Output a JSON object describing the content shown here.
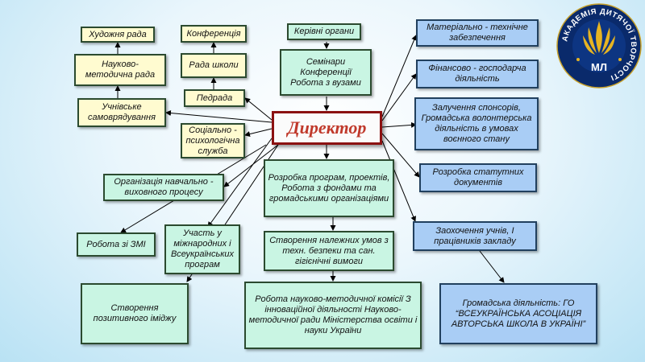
{
  "director": "Директор",
  "logo": {
    "ring_text": "АКАДЕМІЯ ДИТЯЧОЇ ТВОРЧОСТІ",
    "initials": "МЛ"
  },
  "left": {
    "art_council": "Художня рада",
    "sci_method_council": "Науково-методична рада",
    "student_self_gov": "Учнівське самоврядування",
    "conferences": "Конференція",
    "school_council": "Рада школи",
    "ped_council": "Педрада",
    "social_psych": "Соціально - психологічна служба",
    "edu_process": "Організація навчально - виховного процесу",
    "media_work": "Робота зі ЗМІ",
    "intl_programs": "Участь у міжнародних і Всеукраїнських програм",
    "positive_image": "Створення позитивного іміджу"
  },
  "center": {
    "governing_bodies": "Керівні органи",
    "seminars": "Семінари Конференції Робота з вузами",
    "programs": "Розробка програм, проектів, Робота з фондами та громадськими організаціями",
    "safety": "Створення належних умов з техн. безпеки та сан. гігієнічні вимоги",
    "methodical": "Робота науково-методичної комісії З інноваційної діяльності Науково-методичної ради Міністерства освіти і науки України"
  },
  "right": {
    "material": "Матеріально - технічне забезпечення",
    "finance": "Фінансово - господарча діяльність",
    "sponsors": "Залучення спонсорів, Громадська волонтерська діяльність в умовах воєнного стану",
    "statutes": "Розробка статутних документів",
    "encouragement": "Заохочення учнів, І працівників закладу",
    "public_activity": "Громадська діяльність: ГО “ВСЕУКРАЇНСЬКА АСОЦІАЦІЯ АВТОРСЬКА ШКОЛА В УКРАЇНІ”"
  },
  "colors": {
    "yellow_box": "#fffbd0",
    "green_box": "#c9f5e3",
    "blue_box": "#a9cdf5",
    "director_text": "#c0392b",
    "director_border": "#8b1111",
    "logo_bg": "#0a2a6b",
    "logo_gold": "#e6b422"
  }
}
